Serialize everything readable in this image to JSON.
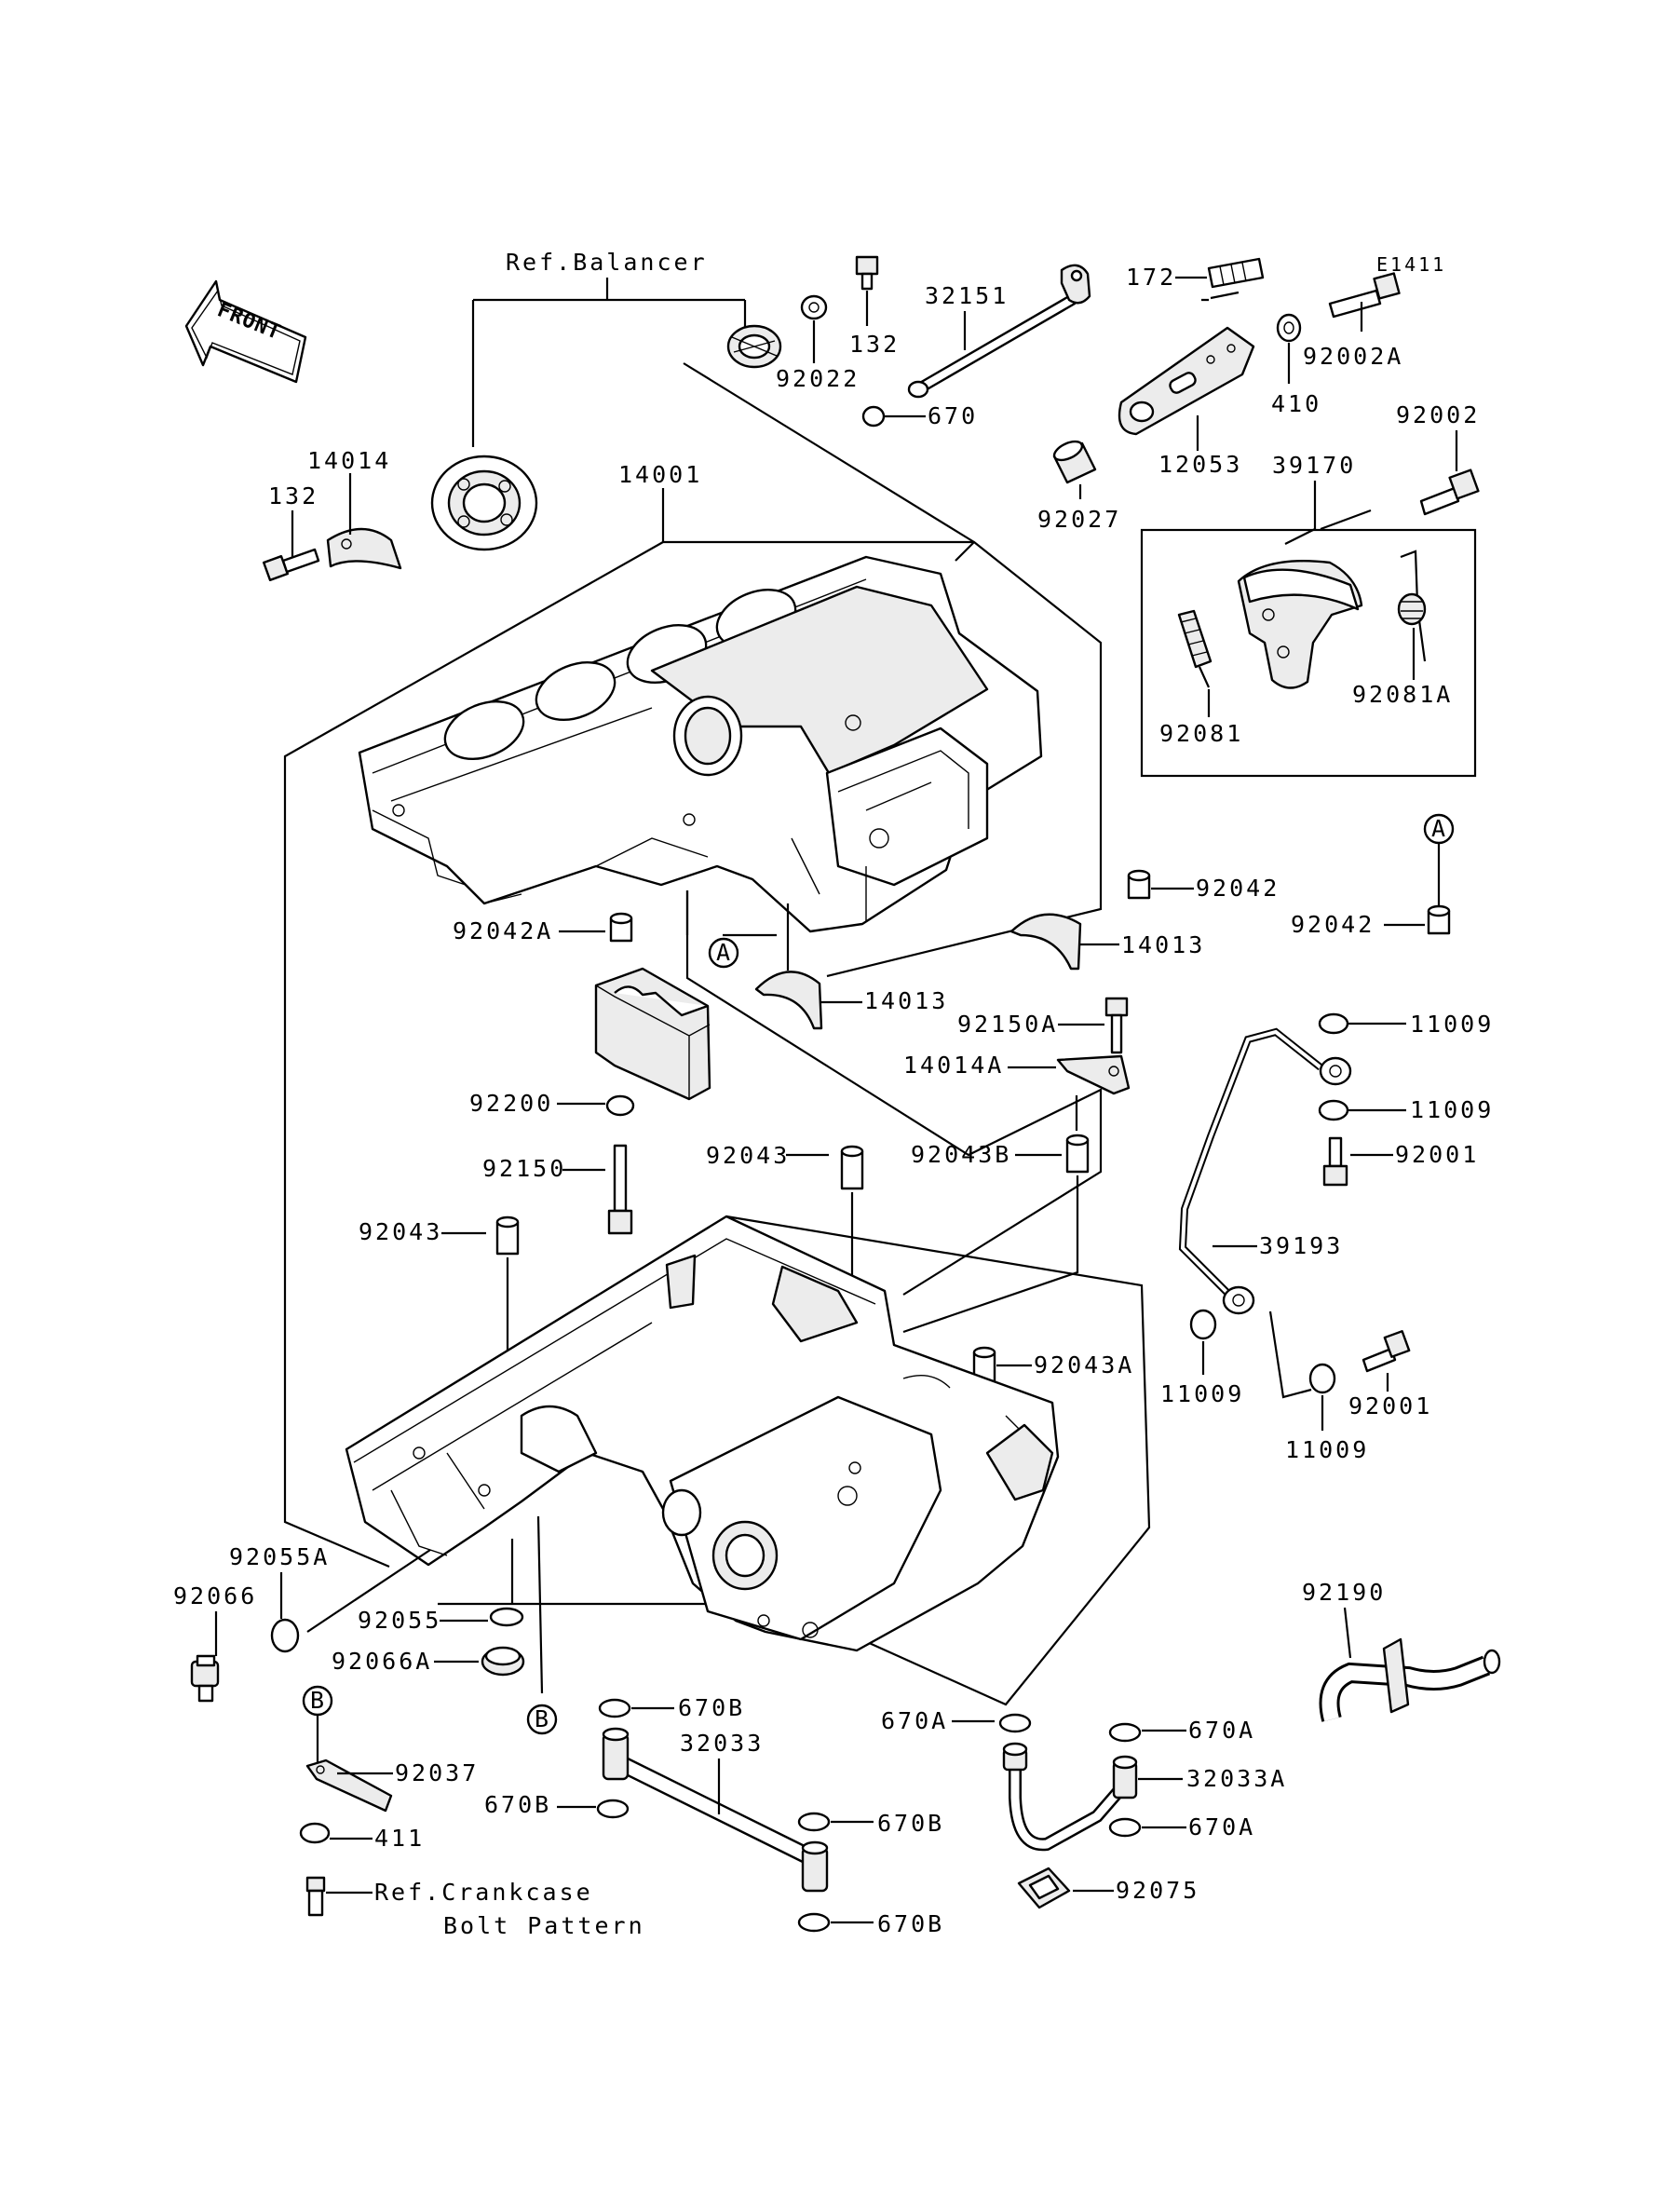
{
  "figure_code": "E1411",
  "direction_arrow": "FRONT",
  "ref_labels": {
    "balancer": "Ref.Balancer",
    "crankcase_line1": "Ref.Crankcase",
    "crankcase_line2": "Bolt Pattern"
  },
  "callout_letters": [
    "A",
    "B"
  ],
  "part_numbers": {
    "p14001": "14001",
    "p14014": "14014",
    "p132a": "132",
    "p132b": "132",
    "p92022": "92022",
    "p670": "670",
    "p32151": "32151",
    "p172": "172",
    "p92002A": "92002A",
    "p410": "410",
    "p12053": "12053",
    "p92027": "92027",
    "p92002": "92002",
    "p39170": "39170",
    "p92081": "92081",
    "p92081A": "92081A",
    "p92042a": "92042",
    "p92042b": "92042",
    "p92042A": "92042A",
    "p14013a": "14013",
    "p14013b": "14013",
    "p92150A": "92150A",
    "p14014A": "14014A",
    "p11009a": "11009",
    "p11009b": "11009",
    "p11009c": "11009",
    "p11009d": "11009",
    "p92001a": "92001",
    "p92001b": "92001",
    "p92200": "92200",
    "p92150": "92150",
    "p92043a": "92043",
    "p92043b": "92043",
    "p92043B": "92043B",
    "p92043A": "92043A",
    "p39193": "39193",
    "p92055A": "92055A",
    "p92066": "92066",
    "p92055": "92055",
    "p92066A": "92066A",
    "p92190": "92190",
    "p670Ba": "670B",
    "p670Bb": "670B",
    "p670Bc": "670B",
    "p670Bd": "670B",
    "p32033": "32033",
    "p670Aa": "670A",
    "p670Ab": "670A",
    "p670Ac": "670A",
    "p32033A": "32033A",
    "p92037": "92037",
    "p411": "411",
    "p92075": "92075"
  }
}
